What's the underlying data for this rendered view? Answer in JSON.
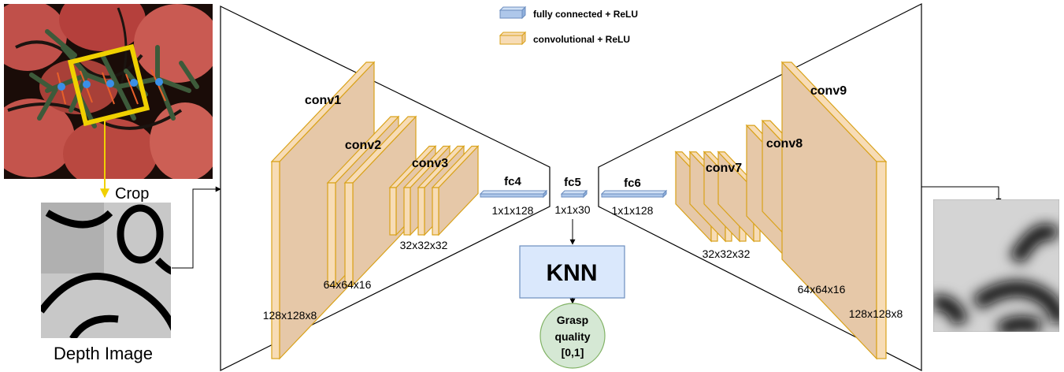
{
  "legend": {
    "fc_label": "fully connected + ReLU",
    "conv_label": "convolutional + ReLU"
  },
  "colors": {
    "conv_face": "#e6c8a8",
    "conv_top": "#f7dcb6",
    "conv_border": "#d9a21a",
    "fc_face": "#aec7ea",
    "fc_border": "#6c8ebf",
    "knn_fill": "#dae8fc",
    "knn_border": "#6c8ebf",
    "grasp_fill": "#d5e8d4",
    "grasp_border": "#82b366",
    "crop_box": "#f0d000"
  },
  "input": {
    "crop_label": "Crop",
    "depth_label": "Depth Image"
  },
  "encoder": {
    "conv1": {
      "name": "conv1",
      "size": "128x128x8"
    },
    "conv2": {
      "name": "conv2",
      "size": "64x64x16"
    },
    "conv3": {
      "name": "conv3",
      "size": "32x32x32"
    },
    "fc4": {
      "name": "fc4",
      "size": "1x1x128"
    }
  },
  "bottleneck": {
    "fc5": {
      "name": "fc5",
      "size": "1x1x30"
    }
  },
  "decoder": {
    "fc6": {
      "name": "fc6",
      "size": "1x1x128"
    },
    "conv7": {
      "name": "conv7",
      "size": "32x32x32"
    },
    "conv8": {
      "name": "conv8",
      "size": "64x64x16"
    },
    "conv9": {
      "name": "conv9",
      "size": "128x128x8"
    }
  },
  "knn": {
    "label": "KNN"
  },
  "grasp": {
    "line1": "Grasp",
    "line2": "quality",
    "line3": "[0,1]"
  },
  "icons": [
    "tomato-photo",
    "depth-image",
    "reconstructed-depth-image",
    "arrow-icon"
  ]
}
